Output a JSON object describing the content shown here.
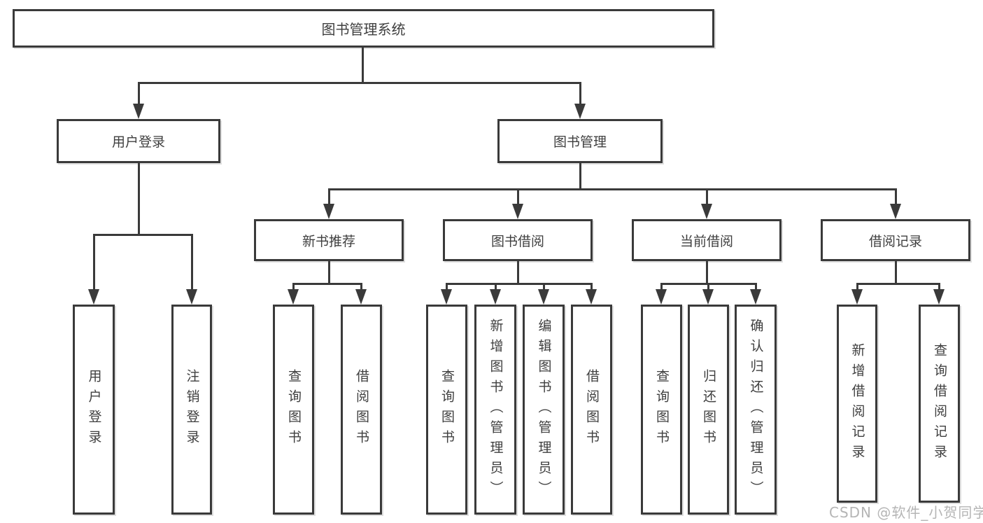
{
  "colors": {
    "line": "#3a3a3a",
    "text": "#3f3f3f",
    "background": "#ffffff",
    "watermark": "#b5b5b5"
  },
  "watermark": {
    "text": "CSDN @软件_小贺同学"
  },
  "tree": {
    "label": "图书管理系统",
    "children": [
      {
        "label": "用户登录",
        "children": [
          {
            "label": "用户登录"
          },
          {
            "label": "注销登录"
          }
        ]
      },
      {
        "label": "图书管理",
        "children": [
          {
            "label": "新书推荐",
            "children": [
              {
                "label": "查询图书"
              },
              {
                "label": "借阅图书"
              }
            ]
          },
          {
            "label": "图书借阅",
            "children": [
              {
                "label": "查询图书"
              },
              {
                "label": "新增图书（管理员）"
              },
              {
                "label": "编辑图书（管理员）"
              },
              {
                "label": "借阅图书"
              }
            ]
          },
          {
            "label": "当前借阅",
            "children": [
              {
                "label": "查询图书"
              },
              {
                "label": "归还图书"
              },
              {
                "label": "确认归还（管理员）"
              }
            ]
          },
          {
            "label": "借阅记录",
            "children": [
              {
                "label": "新增借阅记录"
              },
              {
                "label": "查询借阅记录"
              }
            ]
          }
        ]
      }
    ]
  }
}
